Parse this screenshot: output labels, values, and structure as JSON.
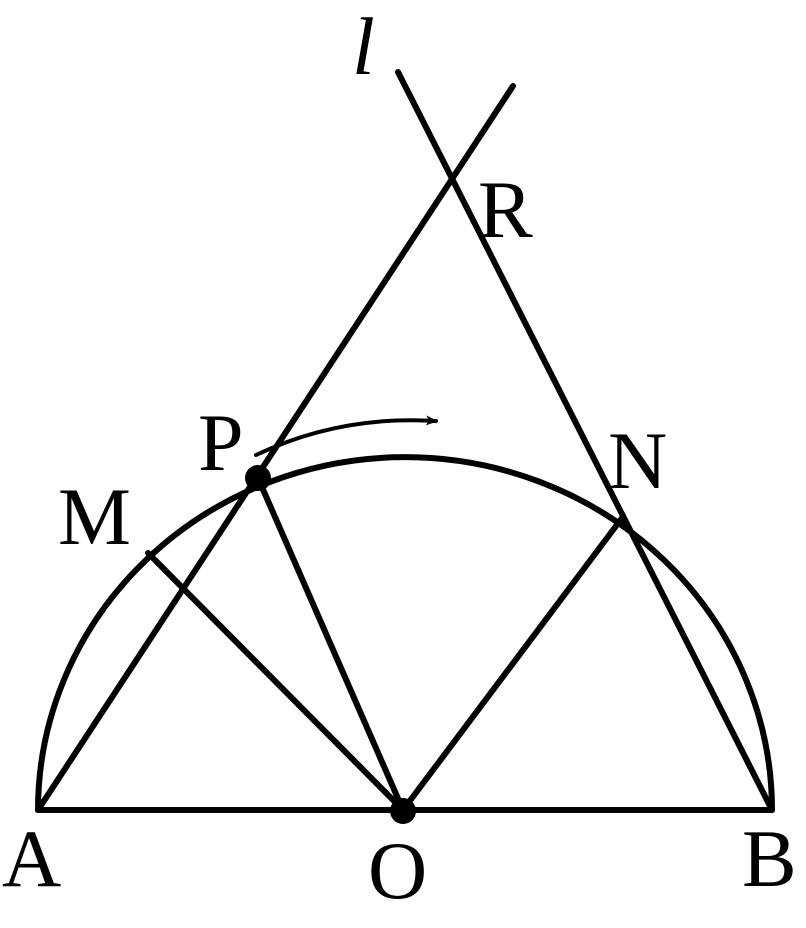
{
  "labels": {
    "line_l": "l",
    "R": "R",
    "P": "P",
    "N": "N",
    "M": "M",
    "A": "A",
    "O": "O",
    "B": "B"
  },
  "colors": {
    "stroke": "#000000",
    "background": "#ffffff"
  },
  "icons": {
    "motion": "arrow-right-icon"
  }
}
